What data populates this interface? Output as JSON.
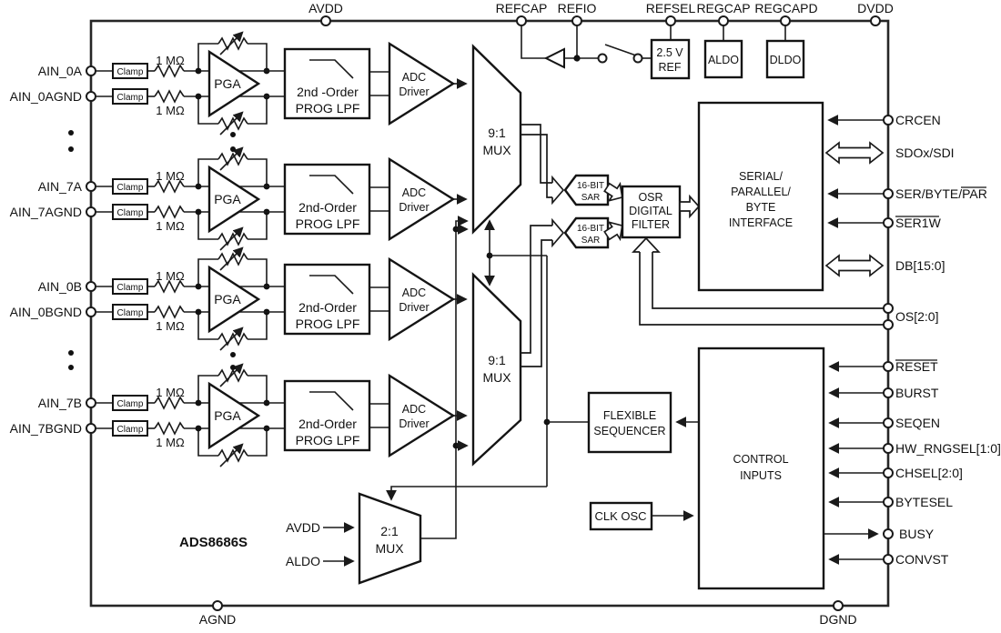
{
  "part_label": "ADS8686S",
  "top_pins": {
    "avdd": "AVDD",
    "refcap": "REFCAP",
    "refio": "REFIO",
    "refsel": "REFSEL",
    "regcap": "REGCAP",
    "regcapd": "REGCAPD",
    "dvdd": "DVDD"
  },
  "bottom_pins": {
    "agnd": "AGND",
    "dgnd": "DGND"
  },
  "channels": [
    {
      "pin_p": "AIN_0A",
      "pin_n": "AIN_0AGND",
      "lpf_line1": "2nd -Order",
      "lpf_line2": "PROG LPF"
    },
    {
      "pin_p": "AIN_7A",
      "pin_n": "AIN_7AGND",
      "lpf_line1": "2nd-Order",
      "lpf_line2": "PROG LPF"
    },
    {
      "pin_p": "AIN_0B",
      "pin_n": "AIN_0BGND",
      "lpf_line1": "2nd-Order",
      "lpf_line2": "PROG LPF"
    },
    {
      "pin_p": "AIN_7B",
      "pin_n": "AIN_7BGND",
      "lpf_line1": "2nd-Order",
      "lpf_line2": "PROG LPF"
    }
  ],
  "shared": {
    "clamp": "Clamp",
    "res_label": "1 MΩ",
    "pga": "PGA",
    "adc_driver_line1": "ADC",
    "adc_driver_line2": "Driver"
  },
  "blocks": {
    "mux91_line1": "9:1",
    "mux91_line2": "MUX",
    "sar_line1": "16-BIT",
    "sar_line2": "SAR",
    "osr_line1": "OSR",
    "osr_line2": "DIGITAL",
    "osr_line3": "FILTER",
    "iface_line1": "SERIAL/",
    "iface_line2": "PARALLEL/",
    "iface_line3": "BYTE",
    "iface_line4": "INTERFACE",
    "ctrl_line1": "CONTROL",
    "ctrl_line2": "INPUTS",
    "seq_line1": "FLEXIBLE",
    "seq_line2": "SEQUENCER",
    "clkosc": "CLK OSC",
    "mux21_line1": "2:1",
    "mux21_line2": "MUX",
    "mux21_in1": "AVDD",
    "mux21_in2": "ALDO",
    "ref_line1": "2.5 V",
    "ref_line2": "REF",
    "aldo": "ALDO",
    "dldo": "DLDO"
  },
  "right_pins": {
    "crcen": "CRCEN",
    "sdo": "SDOx/SDI",
    "serbytepar": "SER/BYTE/PAR",
    "ser1w": "SER1W",
    "db": "DB[15:0]",
    "os": "OS[2:0]",
    "reset": "RESET",
    "burst": "BURST",
    "seqen": "SEQEN",
    "hwrngsel": "HW_RNGSEL[1:0]",
    "chsel": "CHSEL[2:0]",
    "bytesel": "BYTESEL",
    "busy": "BUSY",
    "convst": "CONVST"
  }
}
